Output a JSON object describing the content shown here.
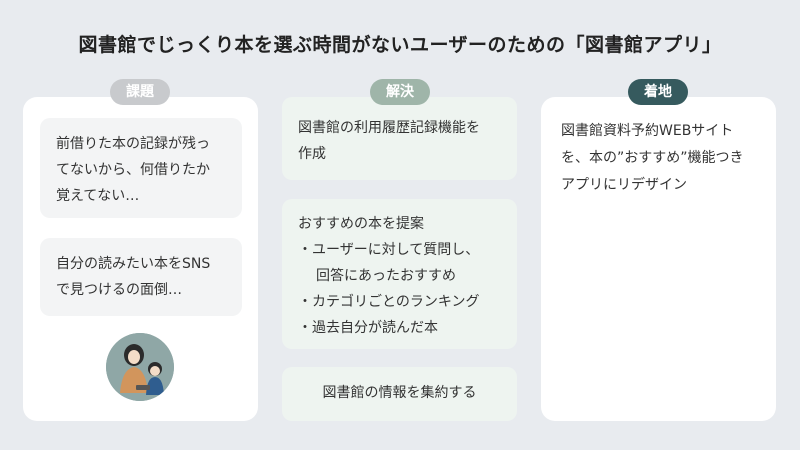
{
  "title": "図書館でじっくり本を選ぶ時間がないユーザーのための「図書館アプリ」",
  "columns": {
    "issue": {
      "badge": "課題",
      "cards": [
        {
          "lines": [
            "前借りた本の記録が残っ",
            "てないから、何借りたか",
            "覚えてない…"
          ]
        },
        {
          "lines": [
            "自分の読みたい本をSNS",
            "で見つけるの面倒…"
          ]
        }
      ]
    },
    "solution": {
      "badge": "解決",
      "cards": [
        {
          "lines": [
            "図書館の利用履歴記録機能を",
            "作成"
          ]
        },
        {
          "lines": [
            "おすすめの本を提案",
            "・ユーザーに対して質問し、",
            "回答にあったおすすめ",
            "・カテゴリごとのランキング",
            "・過去自分が読んだ本"
          ]
        },
        {
          "lines": [
            "図書館の情報を集約する"
          ]
        }
      ]
    },
    "landing": {
      "badge": "着地",
      "lines": [
        "図書館資料予約WEBサイト",
        "を、本の”おすすめ”機能つき",
        "アプリにリデザイン"
      ]
    }
  },
  "illustration": {
    "icon": "mother-and-child-reading-illustration"
  },
  "colors": {
    "background": "#e8ebef",
    "badge_issue": "#c8cacd",
    "badge_solution": "#9fb5a9",
    "badge_landing": "#365a5e"
  }
}
